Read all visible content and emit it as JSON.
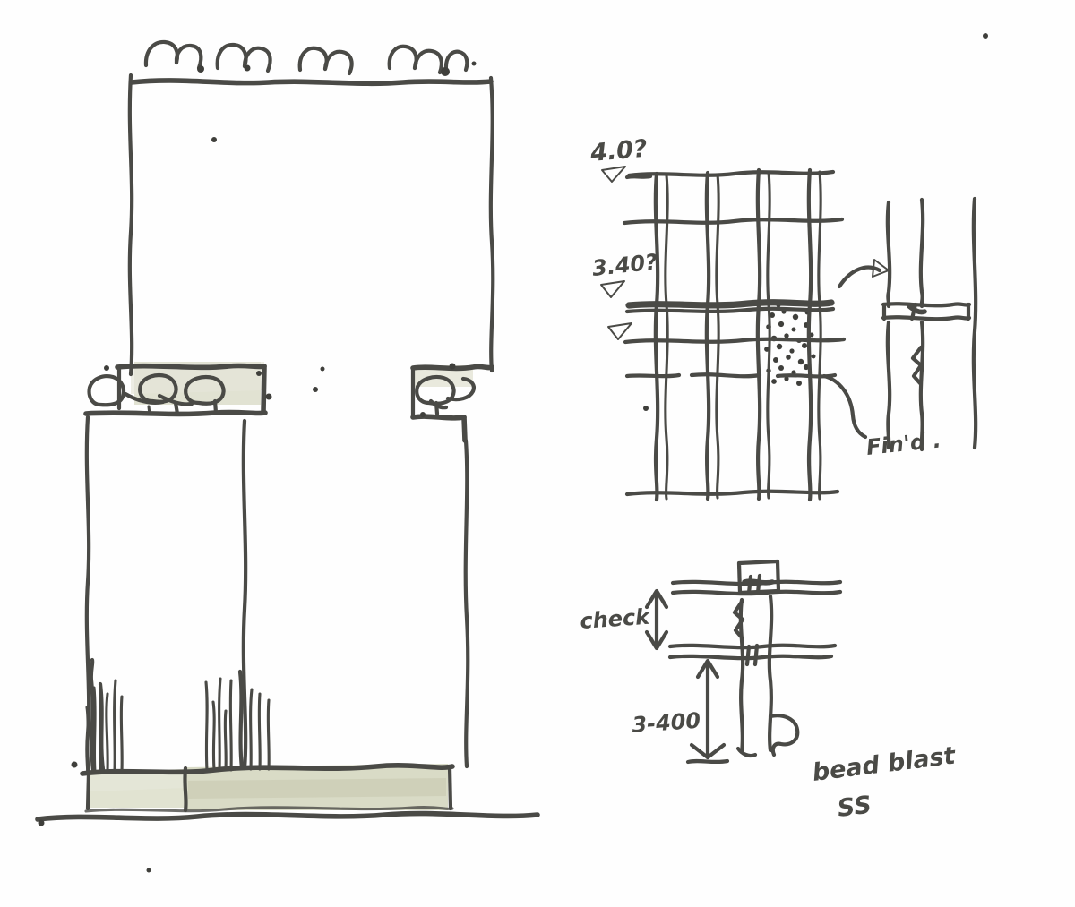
{
  "sheet": {
    "title": "Hand-drawn architectural detail sketch",
    "medium": "ink pen on white paper with olive wash",
    "paper_color": "#fefefe",
    "ink_color": "#4a4a46",
    "wash_color": "#d4d5c0",
    "wash_color_light": "#e2e3d4"
  },
  "drawings": [
    {
      "id": "elevation",
      "name": "main-elevation",
      "label": "Left elevation / section of glazed screen with planting"
    },
    {
      "id": "grid-detail",
      "name": "grid-detail",
      "label": "Upper right mullion and rail grid detail"
    },
    {
      "id": "enlarged-detail",
      "name": "enlarged-rail-detail",
      "label": "Enlarged rail connection detail"
    },
    {
      "id": "section-detail",
      "name": "lower-section-detail",
      "label": "Lower right post and rail section with dimensions"
    }
  ],
  "annotations": {
    "grid_top_note": "4.0?",
    "grid_mid_note": "3.40?",
    "fin_note": "Fin'd .",
    "check_label": "check",
    "dimension_label": "3-400",
    "finish_note": "bead blast",
    "finish_material": "SS"
  },
  "markers": {
    "triangle_top": "level-marker-triangle",
    "triangle_mid": "level-marker-triangle",
    "triangle_low": "level-marker-triangle",
    "arrow_callout": "callout-arrow",
    "dim_arrow_check": "double-headed-dimension-arrow",
    "dim_arrow_lower": "dimension-arrow-up"
  },
  "elevation_features": {
    "top_motif": "curtain-hook-loops",
    "left_ledge": "planter-ledge-with-vessels",
    "right_ledge": "planter-ledge-with-vessel",
    "planting": "vertical-reed-strokes",
    "base_band": "ground-plinth-wash",
    "ground_line": "ground-line"
  }
}
